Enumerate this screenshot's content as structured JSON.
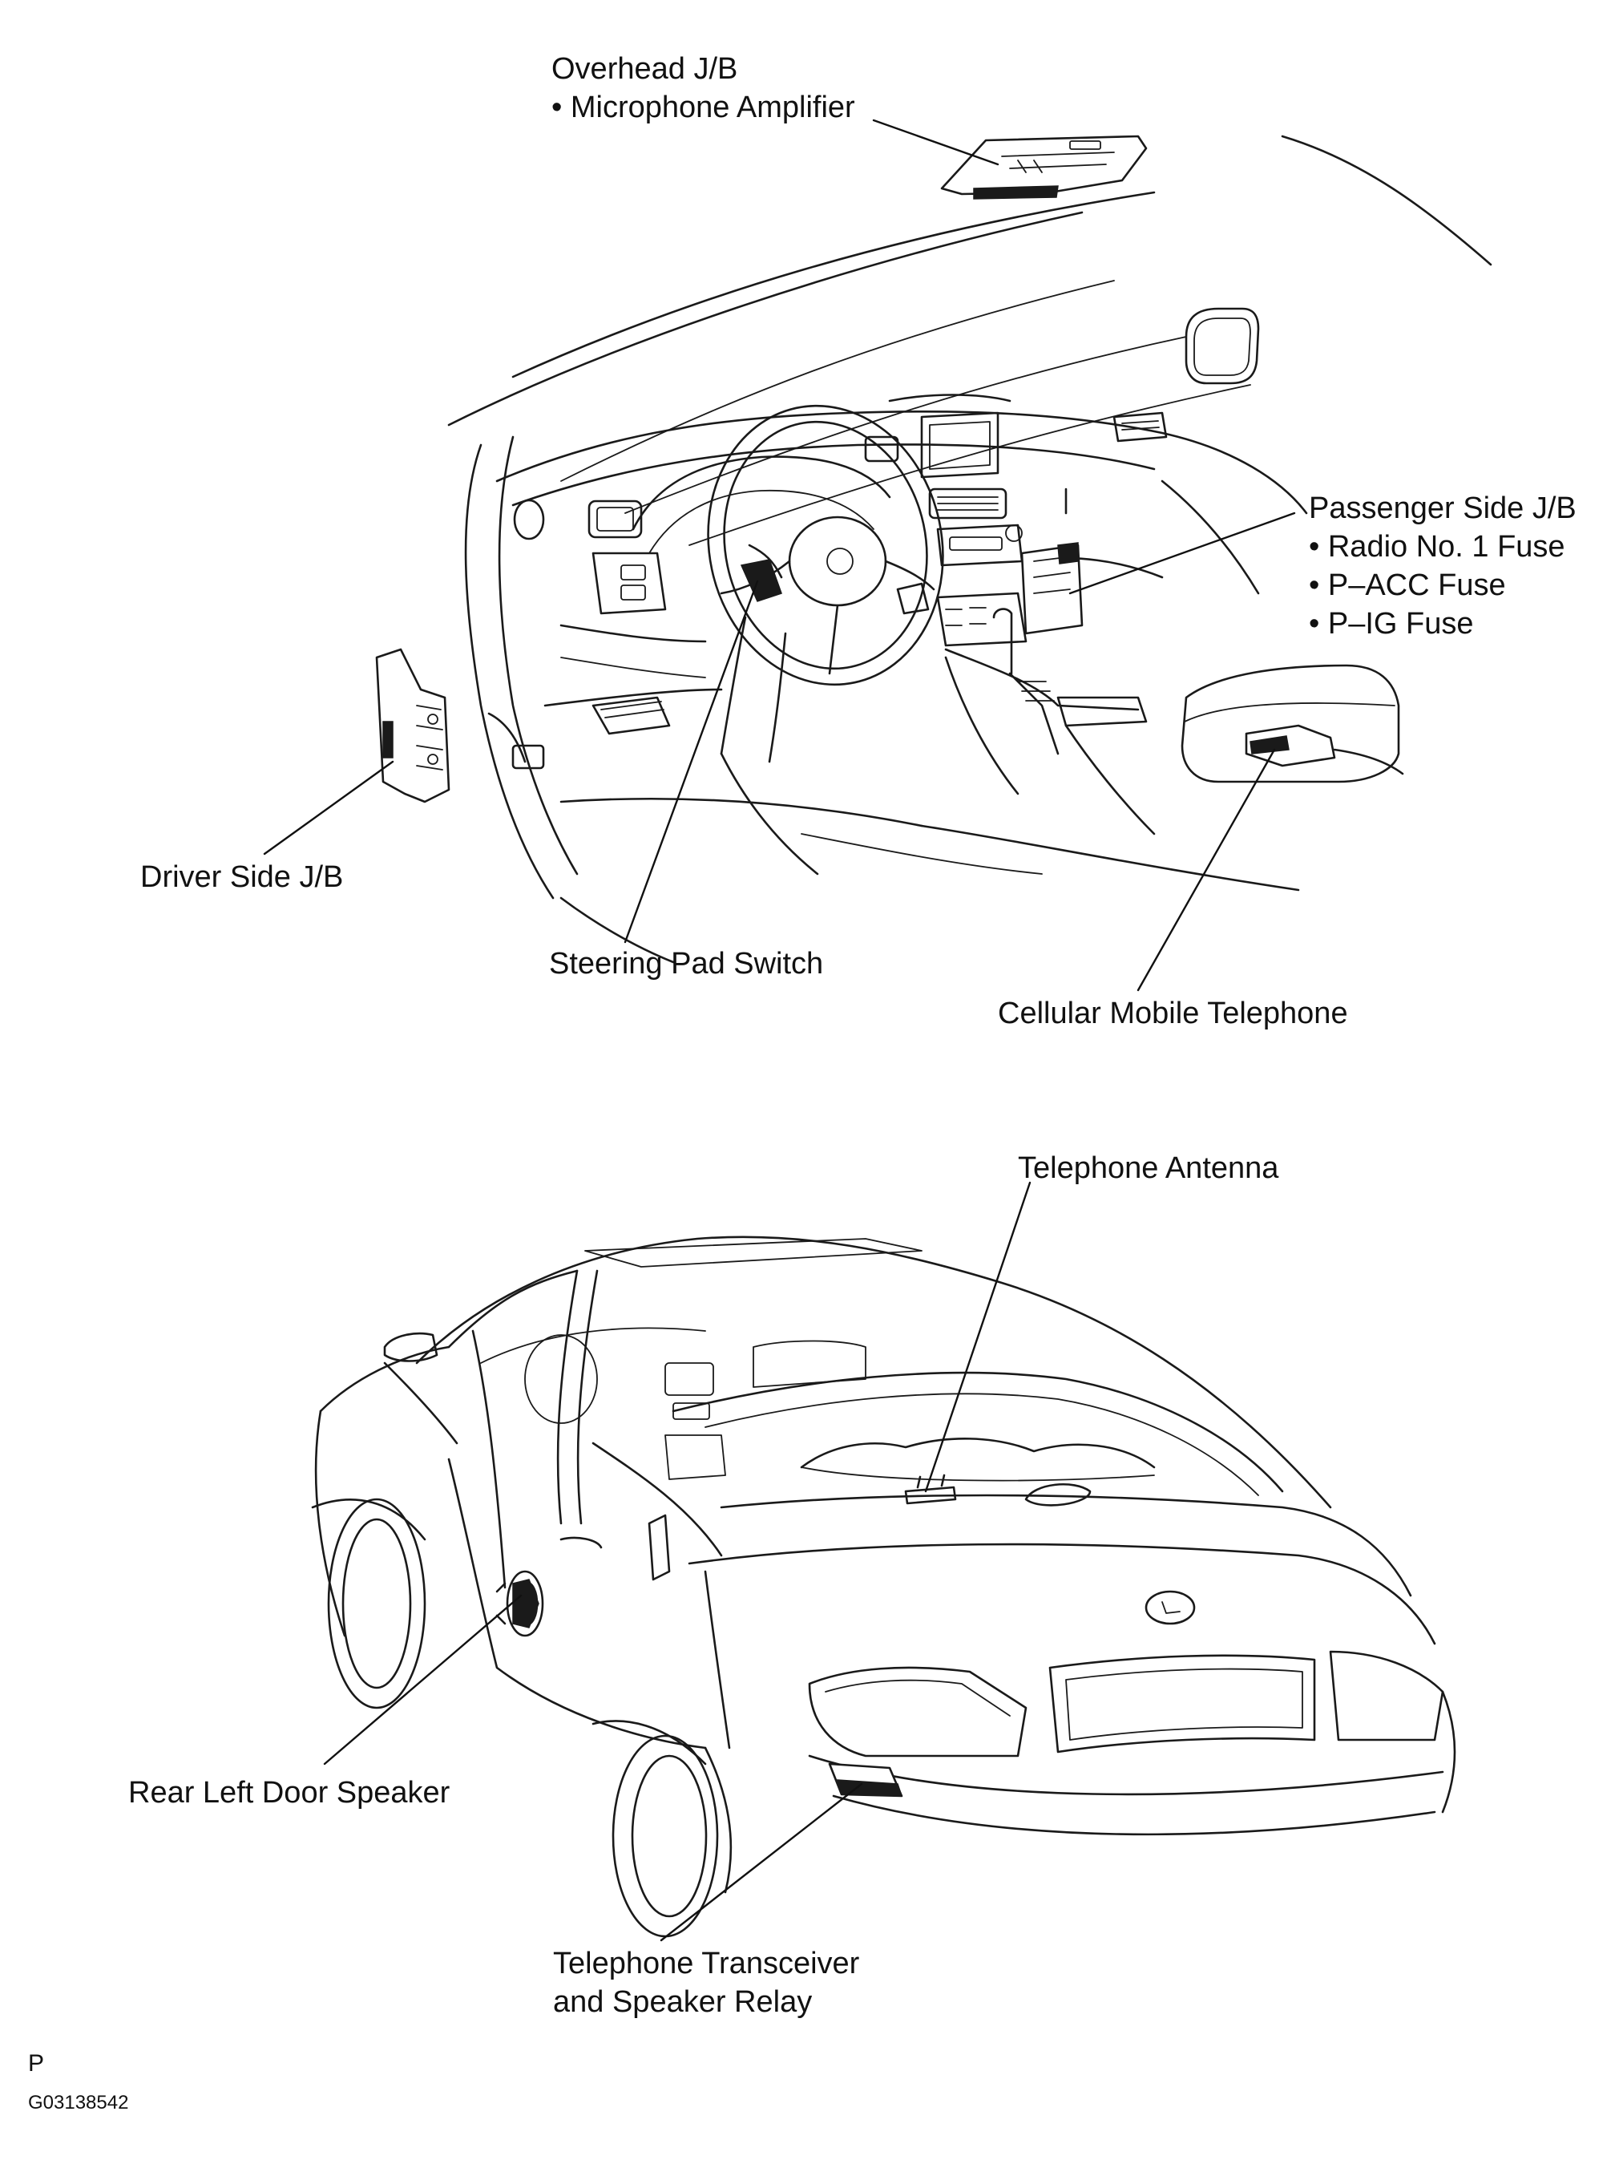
{
  "labels": {
    "overhead_jb": {
      "title": "Overhead J/B",
      "items": [
        "• Microphone Amplifier"
      ]
    },
    "passenger_side_jb": {
      "title": "Passenger Side J/B",
      "items": [
        "• Radio No. 1 Fuse",
        "• P–ACC Fuse",
        "• P–IG Fuse"
      ]
    },
    "driver_side_jb": "Driver Side J/B",
    "steering_pad_switch": "Steering Pad Switch",
    "cellular_mobile_telephone": "Cellular Mobile Telephone",
    "telephone_antenna": "Telephone Antenna",
    "rear_left_door_speaker": "Rear Left Door Speaker",
    "telephone_transceiver": {
      "line1": "Telephone Transceiver",
      "line2": "and Speaker Relay"
    }
  },
  "footer": {
    "page_mark": "P",
    "figure_code": "G03138542"
  }
}
